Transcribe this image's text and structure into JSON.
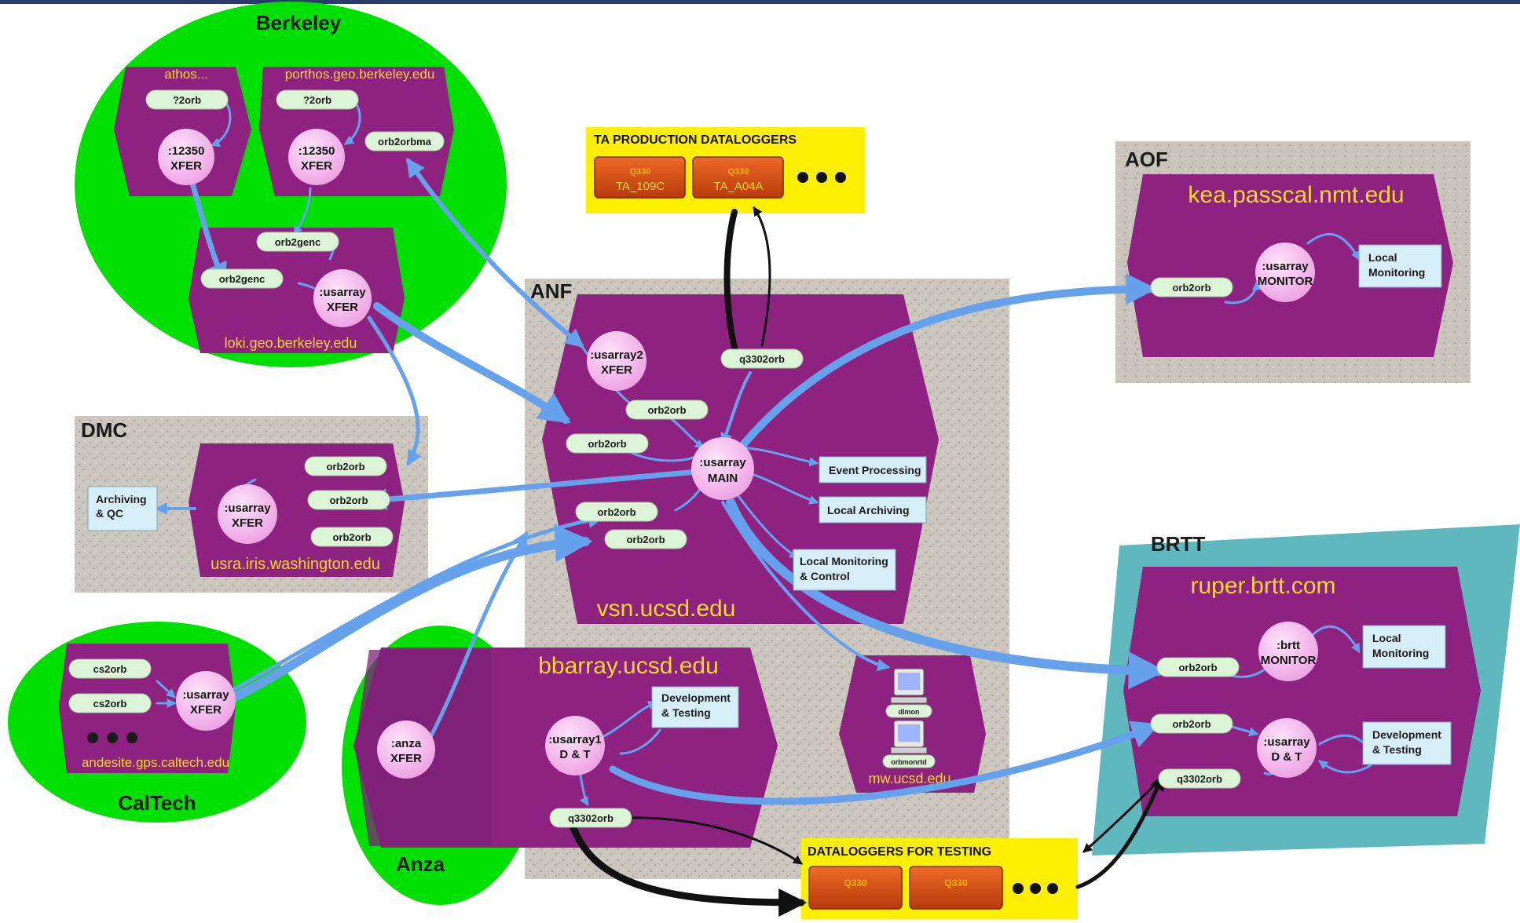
{
  "sites": {
    "berkeley": "Berkeley",
    "dmc": "DMC",
    "caltech": "CalTech",
    "anza": "Anza",
    "anf": "ANF",
    "aof": "AOF",
    "brtt": "BRTT"
  },
  "hosts": {
    "athos": "athos...",
    "porthos": "porthos.geo.berkeley.edu",
    "loki": "loki.geo.berkeley.edu",
    "usra": "usra.iris.washington.edu",
    "andesite": "andesite.gps.caltech.edu",
    "vsn": "vsn.ucsd.edu",
    "bbarray": "bbarray.ucsd.edu",
    "mw": "mw.ucsd.edu",
    "kea": "kea.passcal.nmt.edu",
    "ruper": "ruper.brtt.com"
  },
  "processes": {
    "ber_q2orb_1": "?2orb",
    "ber_q2orb_2": "?2orb",
    "ber_orb2orbma": "orb2orbma",
    "ber_orb2genc_1": "orb2genc",
    "ber_orb2genc_2": "orb2genc",
    "dmc_orb2orb_1": "orb2orb",
    "dmc_orb2orb_2": "orb2orb",
    "dmc_orb2orb_3": "orb2orb",
    "cal_cs2orb_1": "cs2orb",
    "cal_cs2orb_2": "cs2orb",
    "anf_q3302orb": "q3302orb",
    "anf_orb2orb_1": "orb2orb",
    "anf_orb2orb_2": "orb2orb",
    "anf_orb2orb_3": "orb2orb",
    "anf_orb2orb_4": "orb2orb",
    "anza_q3302orb": "q3302orb",
    "aof_orb2orb": "orb2orb",
    "brtt_orb2orb_1": "orb2orb",
    "brtt_orb2orb_2": "orb2orb",
    "brtt_q3302orb": "q3302orb",
    "mw_dlmon": "dlmon",
    "mw_orbmonrtd": "orbmonrtd"
  },
  "circles": {
    "athos_xfer": [
      ":12350",
      "XFER"
    ],
    "porthos_xfer": [
      ":12350",
      "XFER"
    ],
    "loki_xfer": [
      ":usarray",
      "XFER"
    ],
    "dmc_xfer": [
      ":usarray",
      "XFER"
    ],
    "cal_xfer": [
      ":usarray",
      "XFER"
    ],
    "anza_xfer": [
      ":anza",
      "XFER"
    ],
    "anf_usarray2": [
      ":usarray2",
      "XFER"
    ],
    "anf_main": [
      ":usarray",
      "MAIN"
    ],
    "bb_dt": [
      ":usarray1",
      "D & T"
    ],
    "aof_monitor": [
      ":usarray",
      "MONITOR"
    ],
    "brtt_monitor": [
      ":brtt",
      "MONITOR"
    ],
    "brtt_dt": [
      ":usarray",
      "D & T"
    ]
  },
  "boxes": {
    "dmc_archiving": [
      "Archiving",
      "& QC"
    ],
    "event_processing": [
      "Event Processing"
    ],
    "local_archiving": [
      "Local Archiving"
    ],
    "local_monitoring_control": [
      "Local Monitoring",
      "& Control"
    ],
    "bb_dev_testing": [
      "Development",
      "& Testing"
    ],
    "aof_local_monitoring": [
      "Local",
      "Monitoring"
    ],
    "brtt_local_monitoring": [
      "Local",
      "Monitoring"
    ],
    "brtt_dev_testing": [
      "Development",
      "& Testing"
    ]
  },
  "dataloggers": {
    "production_title": "TA PRODUCTION DATALOGGERS",
    "prod_1_model": "Q330",
    "prod_1_name": "TA_109C",
    "prod_2_model": "Q330",
    "prod_2_name": "TA_A04A",
    "testing_title": "DATALOGGERS FOR TESTING",
    "test_1_model": "Q330",
    "test_2_model": "Q330"
  },
  "colors": {
    "green_site": "#00e000",
    "gray_site": "#c9c5bd",
    "teal_site": "#5fb8bd",
    "host_purple": "#8e2280",
    "host_label": "#ffd82a",
    "circle_pink": "#f6b8ee",
    "pill_green": "#dcf5d6",
    "box_blue": "#d6eef8",
    "arrow_blue": "#66a2ec",
    "datalogger_yellow": "#ffef00",
    "datalogger_orange": "#d14a12"
  }
}
